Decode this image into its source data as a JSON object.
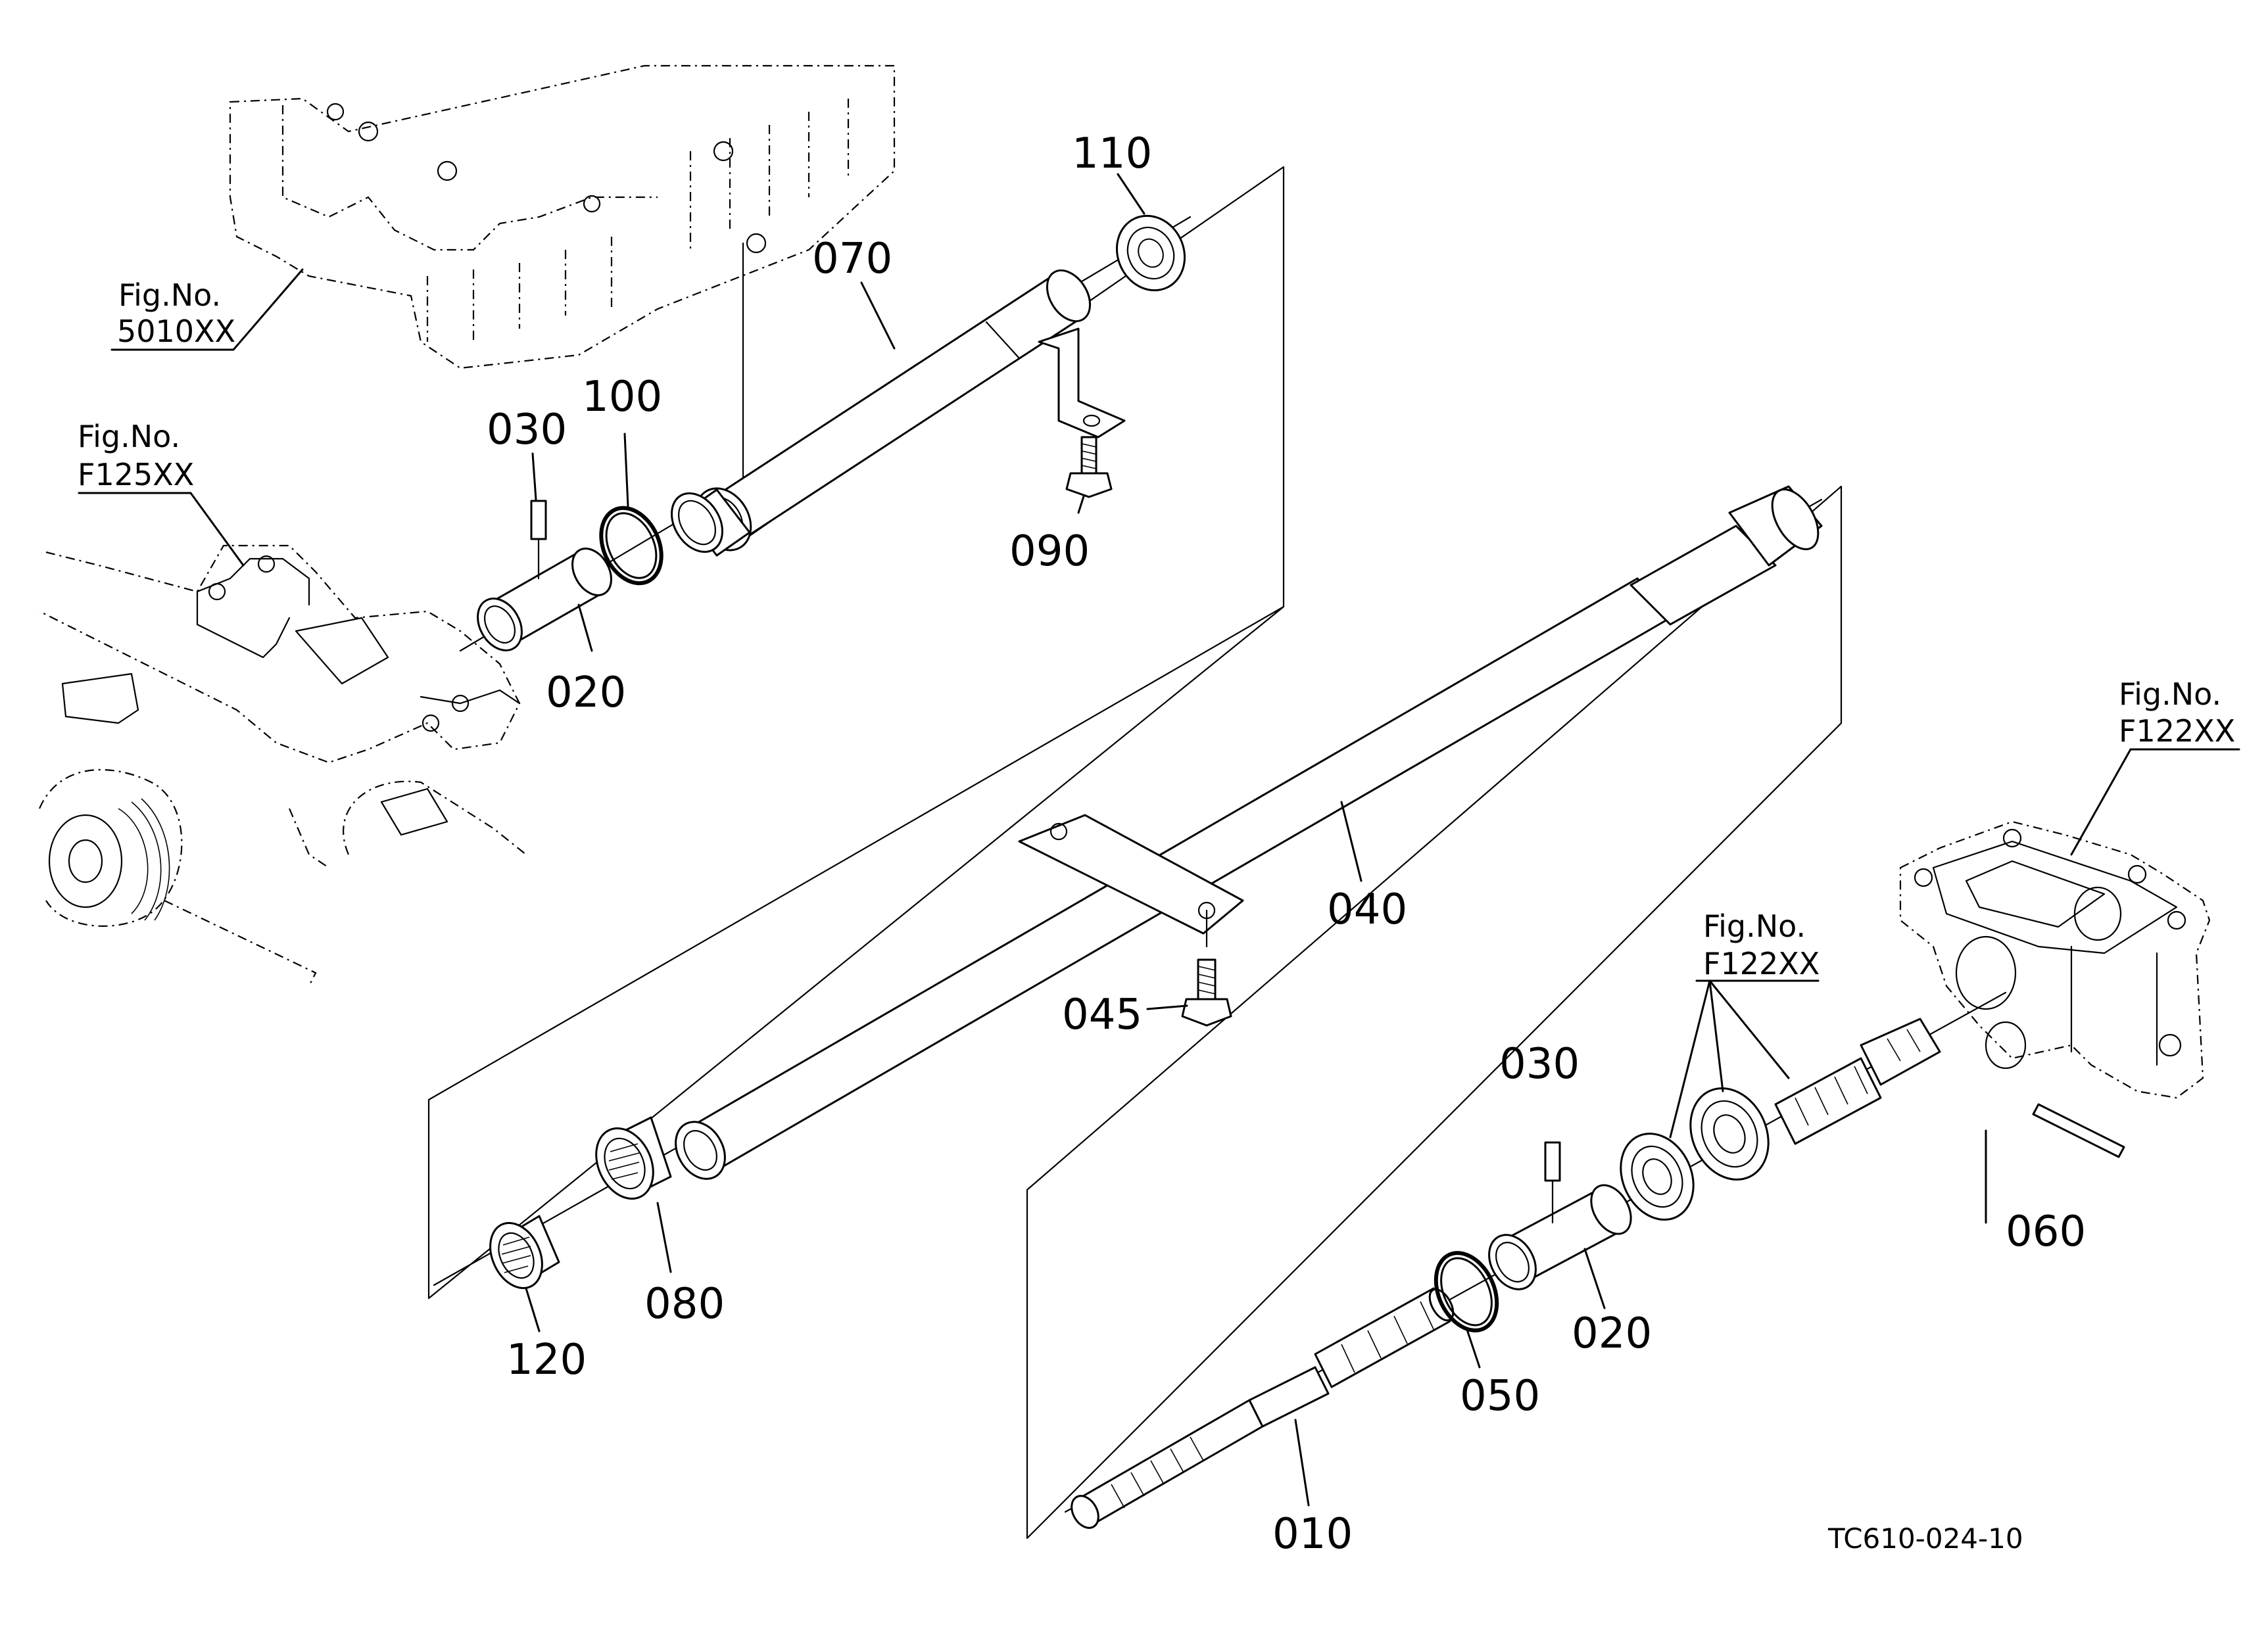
{
  "parts": {
    "p110": "110",
    "p070": "070",
    "p100": "100",
    "p030_top": "030",
    "p090": "090",
    "p020_top": "020",
    "p040": "040",
    "p045": "045",
    "p030_bottom": "030",
    "p060": "060",
    "p020_bottom": "020",
    "p050": "050",
    "p010": "010",
    "p080": "080",
    "p120": "120"
  },
  "figrefs": {
    "fig5010": {
      "label": "Fig.No.",
      "code": "5010XX"
    },
    "figF125": {
      "label": "Fig.No.",
      "code": "F125XX"
    },
    "figF122_right": {
      "label": "Fig.No.",
      "code": "F122XX"
    },
    "figF122_mid": {
      "label": "Fig.No.",
      "code": "F122XX"
    }
  },
  "drawing_code": "TC610-024-10"
}
